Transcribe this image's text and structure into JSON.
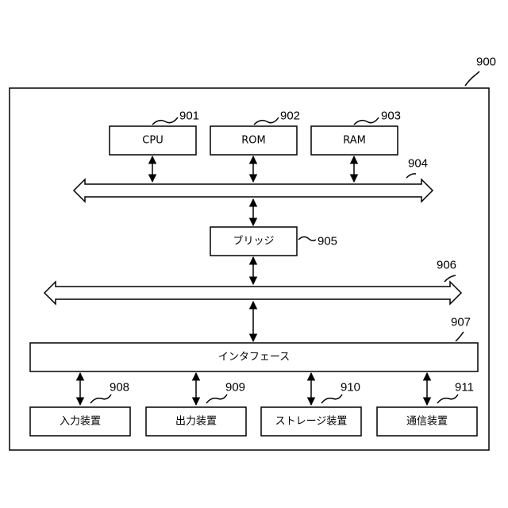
{
  "diagram": {
    "system_ref": "900",
    "components": {
      "cpu": {
        "label": "CPU",
        "ref": "901"
      },
      "rom": {
        "label": "ROM",
        "ref": "902"
      },
      "ram": {
        "label": "RAM",
        "ref": "903"
      },
      "bridge": {
        "label": "ブリッジ",
        "ref": "905"
      },
      "interface": {
        "label": "インタフェース",
        "ref": "907"
      },
      "input_device": {
        "label": "入力装置",
        "ref": "908"
      },
      "output_device": {
        "label": "出力装置",
        "ref": "909"
      },
      "storage_device": {
        "label": "ストレージ装置",
        "ref": "910"
      },
      "communication_device": {
        "label": "通信装置",
        "ref": "911"
      }
    },
    "buses": {
      "host_bus": {
        "ref": "904"
      },
      "external_bus": {
        "ref": "906"
      }
    }
  }
}
